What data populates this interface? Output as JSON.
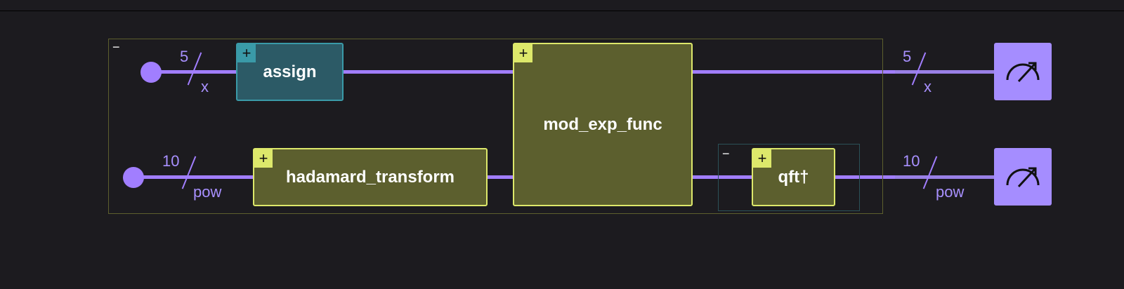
{
  "registers": [
    {
      "width": "5",
      "name": "x"
    },
    {
      "width": "10",
      "name": "pow"
    }
  ],
  "gates": {
    "assign": {
      "label": "assign",
      "expand": "+"
    },
    "hadamard": {
      "label": "hadamard_transform",
      "expand": "+"
    },
    "mod_exp": {
      "label": "mod_exp_func",
      "expand": "+"
    },
    "qft": {
      "label": "qft†",
      "expand": "+"
    }
  },
  "groups": {
    "outer_collapse": "−",
    "inner_collapse": "−"
  },
  "colors": {
    "wire": "#a17eff",
    "teal_gate": "#2c5a66",
    "olive_gate": "#5c5f2e",
    "measure": "#a58dff"
  },
  "icons": [
    "meter-icon",
    "meter-icon"
  ]
}
